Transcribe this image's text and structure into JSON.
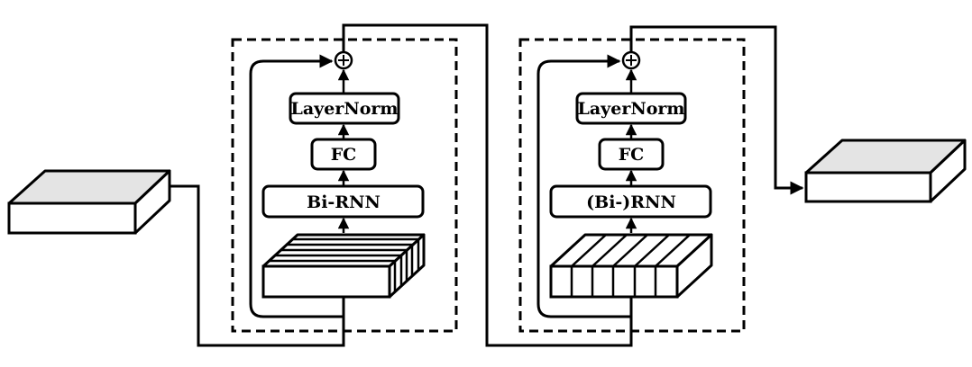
{
  "colors": {
    "stroke": "#000000",
    "background": "#ffffff",
    "tensor_top": "#e4e4e4"
  },
  "block1": {
    "layernorm": "LayerNorm",
    "fc": "FC",
    "rnn": "Bi-RNN",
    "add_symbol": "⊕"
  },
  "block2": {
    "layernorm": "LayerNorm",
    "fc": "FC",
    "rnn": "(Bi-)RNN",
    "add_symbol": "⊕"
  }
}
